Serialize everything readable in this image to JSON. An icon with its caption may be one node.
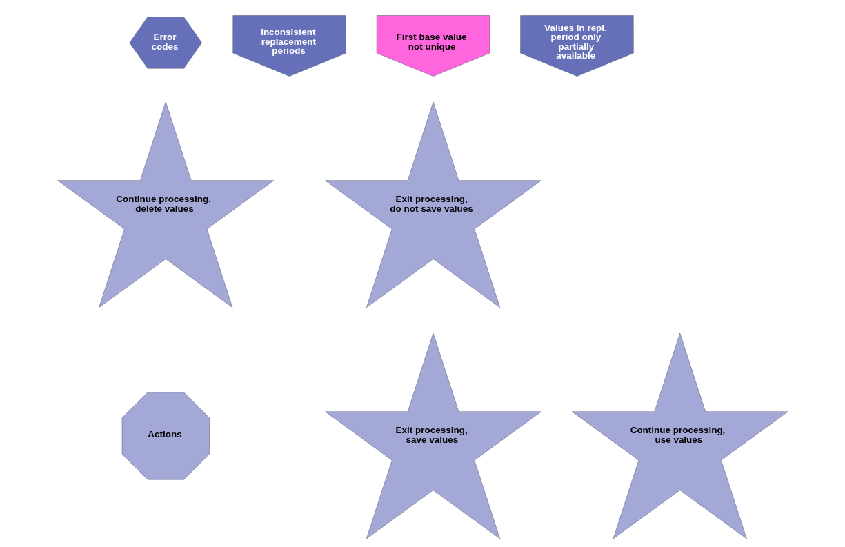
{
  "diagram": {
    "nodes": [
      {
        "text": [
          "Error codes"
        ]
      },
      {
        "text": [
          "Inconsistent replacement periods"
        ]
      },
      {
        "text": [
          "First base value not unique"
        ]
      },
      {
        "text": [
          "Values in repl. period only partially available"
        ]
      },
      {
        "text": [
          "Continue processing, delete values"
        ]
      },
      {
        "text": [
          "Exit processing, do not save values"
        ]
      },
      {
        "text": [
          "Actions"
        ]
      },
      {
        "text": [
          "Continue processing, use values"
        ]
      },
      {
        "text": [
          "Exit processing, save values"
        ]
      }
    ]
  }
}
